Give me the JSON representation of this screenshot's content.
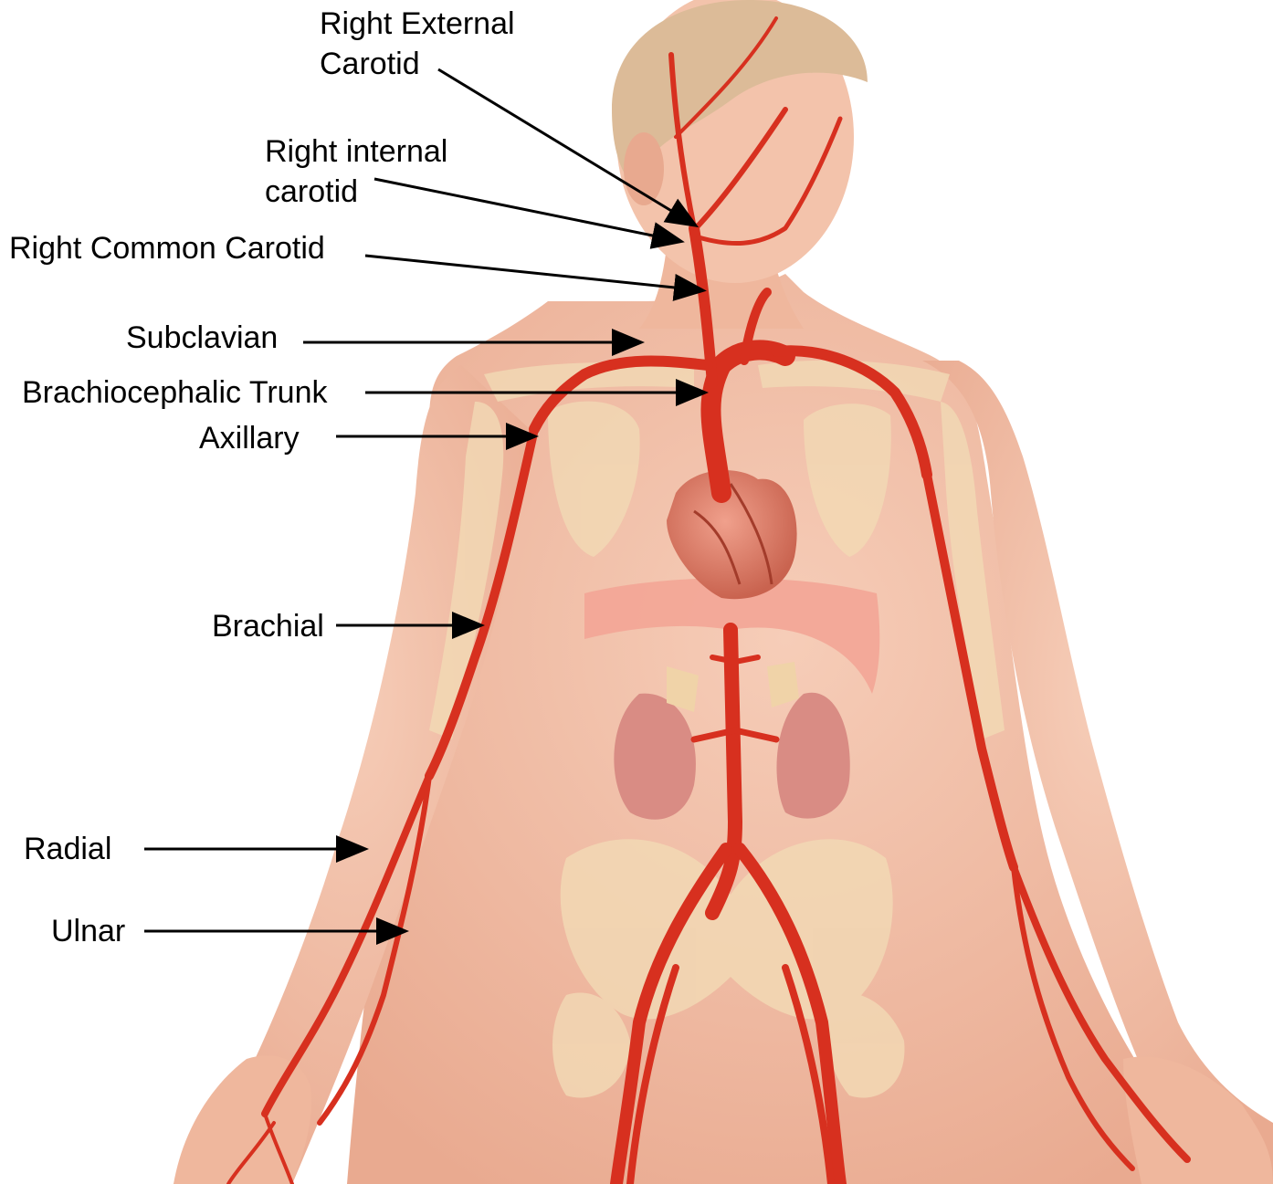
{
  "labels": {
    "right_external_carotid": "Right External\nCarotid",
    "right_internal_carotid": "Right internal\ncarotid",
    "right_common_carotid": "Right Common Carotid",
    "subclavian": "Subclavian",
    "brachiocephalic_trunk": "Brachiocephalic Trunk",
    "axillary": "Axillary",
    "brachial": "Brachial",
    "radial": "Radial",
    "ulnar": "Ulnar"
  },
  "colors": {
    "skin": "#f2c0a8",
    "skin_shadow": "#e6a88e",
    "hair": "#d9b896",
    "bone": "#f1d5b0",
    "artery": "#d7301f",
    "artery_dark": "#b3200f",
    "heart": "#e08470",
    "kidney": "#d88c84",
    "diaphragm": "#f0a092",
    "leader_line": "#000000"
  }
}
